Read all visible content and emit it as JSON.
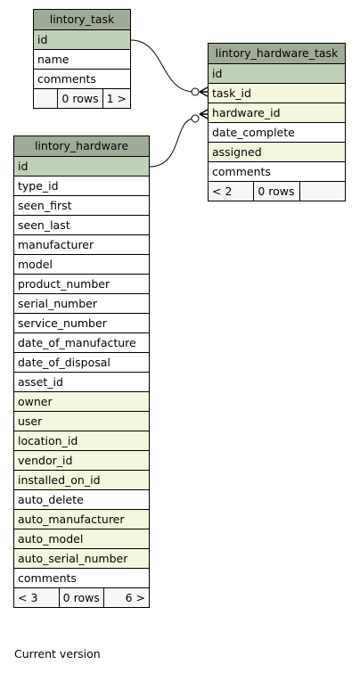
{
  "tables": {
    "task": {
      "title": "lintory_task",
      "columns": [
        {
          "name": "id",
          "kind": "pk"
        },
        {
          "name": "name",
          "kind": ""
        },
        {
          "name": "comments",
          "kind": ""
        }
      ],
      "footer": [
        "",
        "0 rows",
        "1 >"
      ]
    },
    "hardware_task": {
      "title": "lintory_hardware_task",
      "columns": [
        {
          "name": "id",
          "kind": "pk"
        },
        {
          "name": "task_id",
          "kind": "fk"
        },
        {
          "name": "hardware_id",
          "kind": "fk"
        },
        {
          "name": "date_complete",
          "kind": ""
        },
        {
          "name": "assigned",
          "kind": "fk"
        },
        {
          "name": "comments",
          "kind": ""
        }
      ],
      "footer": [
        "< 2",
        "0 rows",
        ""
      ]
    },
    "hardware": {
      "title": "lintory_hardware",
      "columns": [
        {
          "name": "id",
          "kind": "pk"
        },
        {
          "name": "type_id",
          "kind": ""
        },
        {
          "name": "seen_first",
          "kind": ""
        },
        {
          "name": "seen_last",
          "kind": ""
        },
        {
          "name": "manufacturer",
          "kind": ""
        },
        {
          "name": "model",
          "kind": ""
        },
        {
          "name": "product_number",
          "kind": ""
        },
        {
          "name": "serial_number",
          "kind": ""
        },
        {
          "name": "service_number",
          "kind": ""
        },
        {
          "name": "date_of_manufacture",
          "kind": ""
        },
        {
          "name": "date_of_disposal",
          "kind": ""
        },
        {
          "name": "asset_id",
          "kind": ""
        },
        {
          "name": "owner",
          "kind": "fk"
        },
        {
          "name": "user",
          "kind": "fk"
        },
        {
          "name": "location_id",
          "kind": "fk"
        },
        {
          "name": "vendor_id",
          "kind": "fk"
        },
        {
          "name": "installed_on_id",
          "kind": "fk"
        },
        {
          "name": "auto_delete",
          "kind": ""
        },
        {
          "name": "auto_manufacturer",
          "kind": "fk"
        },
        {
          "name": "auto_model",
          "kind": "fk"
        },
        {
          "name": "auto_serial_number",
          "kind": "fk"
        },
        {
          "name": "comments",
          "kind": ""
        }
      ],
      "footer": [
        "< 3",
        "0 rows",
        "6 >"
      ]
    }
  },
  "relationships": [
    {
      "from": "lintory_hardware_task.task_id",
      "to": "lintory_task.id"
    },
    {
      "from": "lintory_hardware_task.hardware_id",
      "to": "lintory_hardware.id"
    }
  ],
  "caption": "Current version"
}
